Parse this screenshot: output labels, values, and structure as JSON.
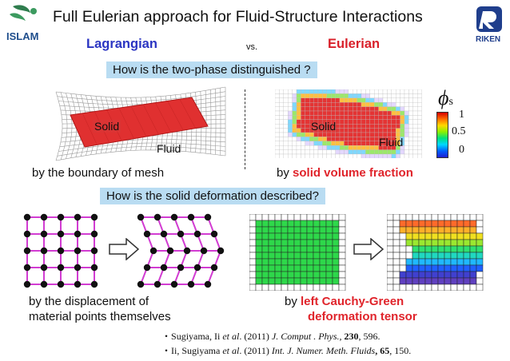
{
  "header": {
    "title": "Full Eulerian approach for Fluid-Structure Interactions",
    "lagrangian": "Lagrangian",
    "vs": "vs.",
    "eulerian": "Eulerian"
  },
  "logos": {
    "left": "ISLAM",
    "right": "RIKEN"
  },
  "questions": {
    "q1": "How is the two-phase distinguished ?",
    "q2": "How is the solid deformation described?"
  },
  "top_panels": {
    "left": {
      "solid": "Solid",
      "fluid": "Fluid",
      "caption": "by the boundary of mesh"
    },
    "right": {
      "solid": "Solid",
      "fluid": "Fluid",
      "caption_prefix": "by ",
      "caption_emph": "solid volume fraction",
      "legend": {
        "symbol": "ϕ",
        "sub": "s",
        "ticks": [
          "1",
          "0.5",
          "0"
        ]
      }
    }
  },
  "bottom_captions": {
    "left_line1": "by the displacement of",
    "left_line2": "material points themselves",
    "right_prefix": "by ",
    "right_emph1": "left Cauchy-Green",
    "right_emph2": "deformation tensor"
  },
  "references": [
    {
      "bullet": "・",
      "authors": "Sugiyama, Ii ",
      "etal": "et al",
      "year": ". (2011) ",
      "journal": "J. Comput . Phys.,",
      "vol": " 230",
      "pages": ", 596."
    },
    {
      "bullet": "・",
      "authors": "Ii, Sugiyama ",
      "etal": "et al",
      "year": ". (2011) ",
      "journal": "Int. J. Numer. Meth. Fluids",
      "vol": ", 65",
      "pages": ", 150."
    }
  ],
  "colors": {
    "lagrangian": "#2b35c2",
    "eulerian": "#d9202a",
    "question_bg": "#b9dcf2",
    "solid_red": "#e03030",
    "lattice_magenta": "#d23cd2"
  }
}
